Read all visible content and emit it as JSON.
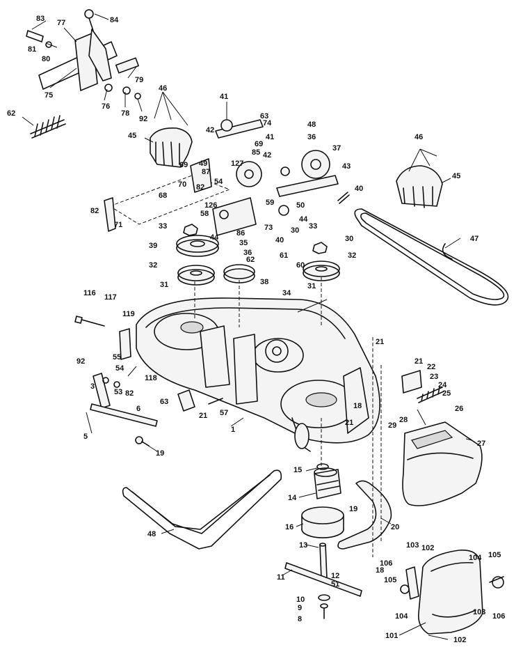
{
  "callouts": [
    {
      "label": "83"
    },
    {
      "label": "84"
    },
    {
      "label": "77"
    },
    {
      "label": "81"
    },
    {
      "label": "80"
    },
    {
      "label": "79"
    },
    {
      "label": "75"
    },
    {
      "label": "76"
    },
    {
      "label": "78"
    },
    {
      "label": "92"
    },
    {
      "label": "46"
    },
    {
      "label": "62"
    },
    {
      "label": "45"
    },
    {
      "label": "41"
    },
    {
      "label": "63"
    },
    {
      "label": "74"
    },
    {
      "label": "42"
    },
    {
      "label": "48"
    },
    {
      "label": "36"
    },
    {
      "label": "41"
    },
    {
      "label": "69"
    },
    {
      "label": "85"
    },
    {
      "label": "37"
    },
    {
      "label": "127"
    },
    {
      "label": "42"
    },
    {
      "label": "43"
    },
    {
      "label": "46"
    },
    {
      "label": "45"
    },
    {
      "label": "69"
    },
    {
      "label": "49"
    },
    {
      "label": "87"
    },
    {
      "label": "70"
    },
    {
      "label": "54"
    },
    {
      "label": "82"
    },
    {
      "label": "68"
    },
    {
      "label": "40"
    },
    {
      "label": "59"
    },
    {
      "label": "50"
    },
    {
      "label": "82"
    },
    {
      "label": "126"
    },
    {
      "label": "58"
    },
    {
      "label": "44"
    },
    {
      "label": "71"
    },
    {
      "label": "33"
    },
    {
      "label": "86"
    },
    {
      "label": "73"
    },
    {
      "label": "44"
    },
    {
      "label": "40"
    },
    {
      "label": "30"
    },
    {
      "label": "33"
    },
    {
      "label": "30"
    },
    {
      "label": "47"
    },
    {
      "label": "35"
    },
    {
      "label": "39"
    },
    {
      "label": "36"
    },
    {
      "label": "62"
    },
    {
      "label": "61"
    },
    {
      "label": "60"
    },
    {
      "label": "32"
    },
    {
      "label": "32"
    },
    {
      "label": "31"
    },
    {
      "label": "38"
    },
    {
      "label": "31"
    },
    {
      "label": "116"
    },
    {
      "label": "117"
    },
    {
      "label": "34"
    },
    {
      "label": "119"
    },
    {
      "label": "55"
    },
    {
      "label": "92"
    },
    {
      "label": "118"
    },
    {
      "label": "54"
    },
    {
      "label": "3"
    },
    {
      "label": "53"
    },
    {
      "label": "82"
    },
    {
      "label": "21"
    },
    {
      "label": "21"
    },
    {
      "label": "22"
    },
    {
      "label": "23"
    },
    {
      "label": "63"
    },
    {
      "label": "18"
    },
    {
      "label": "24"
    },
    {
      "label": "25"
    },
    {
      "label": "21"
    },
    {
      "label": "57"
    },
    {
      "label": "6"
    },
    {
      "label": "26"
    },
    {
      "label": "5"
    },
    {
      "label": "1"
    },
    {
      "label": "21"
    },
    {
      "label": "28"
    },
    {
      "label": "29"
    },
    {
      "label": "27"
    },
    {
      "label": "19"
    },
    {
      "label": "15"
    },
    {
      "label": "14"
    },
    {
      "label": "19"
    },
    {
      "label": "16"
    },
    {
      "label": "20"
    },
    {
      "label": "48"
    },
    {
      "label": "13"
    },
    {
      "label": "103"
    },
    {
      "label": "102"
    },
    {
      "label": "106"
    },
    {
      "label": "104"
    },
    {
      "label": "105"
    },
    {
      "label": "12"
    },
    {
      "label": "18"
    },
    {
      "label": "11"
    },
    {
      "label": "51"
    },
    {
      "label": "105"
    },
    {
      "label": "10"
    },
    {
      "label": "9"
    },
    {
      "label": "104"
    },
    {
      "label": "103"
    },
    {
      "label": "106"
    },
    {
      "label": "8"
    },
    {
      "label": "101"
    },
    {
      "label": "102"
    }
  ]
}
